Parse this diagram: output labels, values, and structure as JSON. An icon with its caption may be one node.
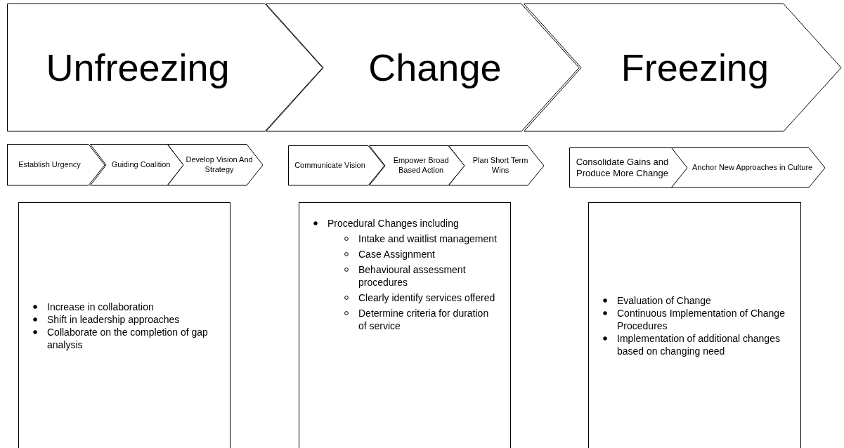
{
  "diagram": {
    "nodes": [
      {
        "text": [
          "Unfreezing"
        ]
      },
      {
        "text": [
          "Change"
        ]
      },
      {
        "text": [
          "Freezing"
        ]
      },
      {
        "text": [
          "Establish Urgency"
        ]
      },
      {
        "text": [
          "Guiding Coalition"
        ]
      },
      {
        "text": [
          "Develop Vision And Strategy"
        ]
      },
      {
        "text": [
          "Communicate Vision"
        ]
      },
      {
        "text": [
          "Empower Broad Based Action"
        ]
      },
      {
        "text": [
          "Plan Short Term Wins"
        ]
      },
      {
        "text": [
          "Consolidate Gains and Produce More Change"
        ]
      },
      {
        "text": [
          "Anchor New Approaches in Culture"
        ]
      },
      {
        "text": [
          "Increase in collaboration",
          "Shift in leadership approaches",
          "Collaborate on the completion of gap analysis"
        ]
      },
      {
        "text": [
          "Procedural Changes including",
          "Intake and waitlist management",
          "Case Assignment",
          "Behavioural assessment procedures",
          "Clearly identify services offered",
          "Determine criteria for duration of service"
        ]
      },
      {
        "text": [
          "Evaluation of Change",
          "Continuous Implementation of Change Procedures",
          "Implementation of additional changes based on changing need"
        ]
      }
    ]
  }
}
